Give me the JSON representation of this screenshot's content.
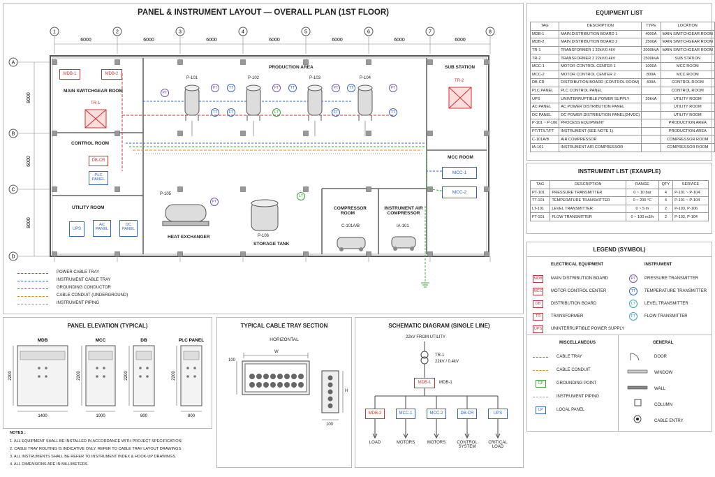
{
  "main": {
    "title": "PANEL & INSTRUMENT LAYOUT — OVERALL PLAN (1ST FLOOR)",
    "grid_cols": [
      "1",
      "2",
      "3",
      "4",
      "5",
      "6",
      "7",
      "8"
    ],
    "grid_rows": [
      "A",
      "B",
      "C",
      "D"
    ],
    "spacings_h": [
      "6000",
      "6000",
      "6000",
      "6000",
      "6000",
      "6000",
      "6000"
    ],
    "spacings_v": [
      "8000",
      "6000",
      "8000"
    ],
    "rooms": {
      "switchgear": "MAIN SWITCHGEAR ROOM",
      "production": "PRODUCTION AREA",
      "substation": "SUB STATION",
      "control": "CONTROL ROOM",
      "mcc": "MCC ROOM",
      "utility": "UTILITY ROOM",
      "heat": "HEAT EXCHANGER",
      "storage": "STORAGE TANK",
      "compressor": "COMPRESSOR ROOM",
      "ia_compressor": "INSTRUMENT AIR COMPRESSOR"
    },
    "equip_labels": {
      "mdb1": "MDB-1",
      "mdb2": "MDB-2",
      "tr1": "TR-1",
      "tr2": "TR-2",
      "dbcr": "DB-CR",
      "plc": "PLC PANEL",
      "mcc1": "MCC-1",
      "mcc2": "MCC-2",
      "ups": "UPS",
      "ac": "AC PANEL",
      "dc": "DC PANEL",
      "p101": "P-101",
      "p102": "P-102",
      "p103": "P-103",
      "p104": "P-104",
      "p105": "P-105",
      "p106": "P-106",
      "c101": "C-101A/B",
      "ia101": "IA-101"
    },
    "inst_tags": {
      "pt": "PT",
      "tt": "TT",
      "lt": "LT",
      "ft": "FT"
    },
    "legend_lines": [
      {
        "label": "POWER CABLE TRAY",
        "color": "#d33"
      },
      {
        "label": "INSTRUMENT CABLE TRAY",
        "color": "#36c"
      },
      {
        "label": "GROUNDING CONDUCTOR",
        "color": "#3a3"
      },
      {
        "label": "CABLE CONDUIT (UNDERGROUND)",
        "color": "#e80"
      },
      {
        "label": "INSTRUMENT PIPING",
        "color": "#999"
      }
    ]
  },
  "equipment_list": {
    "title": "EQUIPMENT LIST",
    "headers": [
      "TAG",
      "DESCRIPTION",
      "TYPE",
      "LOCATION"
    ],
    "rows": [
      [
        "MDB-1",
        "MAIN DISTRIBUTION BOARD 1",
        "4000A",
        "MAIN SWITCHGEAR ROOM"
      ],
      [
        "MDB-2",
        "MAIN DISTRIBUTION BOARD 2",
        "2500A",
        "MAIN SWITCHGEAR ROOM"
      ],
      [
        "TR-1",
        "TRANSFORMER 1 22kV/0.4kV",
        "2000kVA",
        "MAIN SWITCHGEAR ROOM"
      ],
      [
        "TR-2",
        "TRANSFORMER 2 22kV/0.4kV",
        "1500kVA",
        "SUB STATION"
      ],
      [
        "MCC-1",
        "MOTOR CONTROL CENTER 1",
        "1000A",
        "MCC ROOM"
      ],
      [
        "MCC-2",
        "MOTOR CONTROL CENTER 2",
        "800A",
        "MCC ROOM"
      ],
      [
        "DB-CR",
        "DISTRIBUTION BOARD (CONTROL ROOM)",
        "400A",
        "CONTROL ROOM"
      ],
      [
        "PLC PANEL",
        "PLC CONTROL PANEL",
        "",
        "CONTROL ROOM"
      ],
      [
        "UPS",
        "UNINTERRUPTIBLE POWER SUPPLY",
        "20kVA",
        "UTILITY ROOM"
      ],
      [
        "AC PANEL",
        "AC POWER DISTRIBUTION PANEL",
        "",
        "UTILITY ROOM"
      ],
      [
        "DC PANEL",
        "DC POWER DISTRIBUTION PANEL(24VDC)",
        "",
        "UTILITY ROOM"
      ],
      [
        "P-101 ~ P-106",
        "PROCESS EQUIPMENT",
        "",
        "PRODUCTION AREA"
      ],
      [
        "PT/TT/LT/FT",
        "INSTRUMENT (SEE NOTE 1)",
        "",
        "PRODUCTION AREA"
      ],
      [
        "C-101A/B",
        "AIR COMPRESSOR",
        "",
        "COMPRESSOR ROOM"
      ],
      [
        "IA-101",
        "INSTRUMENT AIR COMPRESSOR",
        "",
        "COMPRESSOR ROOM"
      ]
    ]
  },
  "instrument_list": {
    "title": "INSTRUMENT LIST (EXAMPLE)",
    "headers": [
      "TAG",
      "DESCRIPTION",
      "RANGE",
      "QTY",
      "SERVICE"
    ],
    "rows": [
      [
        "PT-101",
        "PRESSURE TRANSMITTER",
        "0 ~ 10 bar",
        "4",
        "P-101 ~ P-104"
      ],
      [
        "TT-101",
        "TEMPERATURE TRANSMITTER",
        "0 ~ 200 °C",
        "4",
        "P-101 ~ P-104"
      ],
      [
        "LT-101",
        "LEVEL TRANSMITTER",
        "0 ~ 5 m",
        "2",
        "P-103, P-106"
      ],
      [
        "FT-101",
        "FLOW TRANSMITTER",
        "0 ~ 100 m3/h",
        "2",
        "P-102, P-104"
      ]
    ]
  },
  "legend": {
    "title": "LEGEND (SYMBOL)",
    "electrical_title": "ELECTRICAL EQUIPMENT",
    "instrument_title": "INSTRUMENT",
    "electrical": [
      {
        "sym": "MDB",
        "label": "MAIN DISTRIBUTION BOARD"
      },
      {
        "sym": "MCC",
        "label": "MOTOR CONTROL CENTER"
      },
      {
        "sym": "DB",
        "label": "DISTRIBUTION BOARD"
      },
      {
        "sym": "TR",
        "label": "TRANSFORMER"
      },
      {
        "sym": "UPS",
        "label": "UNINTERRUPTIBLE POWER SUPPLY"
      }
    ],
    "instruments": [
      {
        "sym": "PT",
        "label": "PRESSURE TRANSMITTER"
      },
      {
        "sym": "TT",
        "label": "TEMPERATURE TRANSMITTER"
      },
      {
        "sym": "LT",
        "label": "LEVEL TRANSMITTER"
      },
      {
        "sym": "FT",
        "label": "FLOW TRANSMITTER"
      }
    ],
    "misc_title": "MISCELLANEOUS",
    "general_title": "GENERAL",
    "misc": [
      {
        "sym": "",
        "label": "CABLE TRAY"
      },
      {
        "sym": "",
        "label": "CABLE CONDUIT"
      },
      {
        "sym": "GP",
        "label": "GROUNDING POINT"
      },
      {
        "sym": "",
        "label": "INSTRUMENT PIPING"
      },
      {
        "sym": "LP",
        "label": "LOCAL PANEL"
      }
    ],
    "general": [
      {
        "label": "DOOR"
      },
      {
        "label": "WINDOW"
      },
      {
        "label": "WALL"
      },
      {
        "label": "COLUMN"
      },
      {
        "label": "CABLE ENTRY"
      }
    ]
  },
  "panel_elevation": {
    "title": "PANEL ELEVATION (TYPICAL)",
    "panels": [
      {
        "name": "MDB",
        "width": "1400"
      },
      {
        "name": "MCC",
        "width": "1000"
      },
      {
        "name": "DB",
        "width": "800"
      },
      {
        "name": "PLC PANEL",
        "width": "800"
      }
    ],
    "height": "2200"
  },
  "cable_tray": {
    "title": "TYPICAL CABLE TRAY SECTION",
    "subtitle": "HORIZONTAL",
    "w": "W",
    "h": "H",
    "d1": "100",
    "d2": "100"
  },
  "schematic": {
    "title": "SCHEMATIC DIAGRAM (SINGLE LINE)",
    "source": "22kV FROM UTILITY",
    "tr": "TR-1",
    "tr_rating": "22kV / 0.4kV",
    "mdb": "MDB-1",
    "mdb_side": "MDB-1",
    "branches": [
      "MDB-2",
      "MCC-1",
      "MCC-2",
      "DB-CR",
      "UPS"
    ],
    "loads": [
      "LOAD",
      "MOTORS",
      "MOTORS",
      "CONTROL SYSTEM",
      "CRITICAL LOAD"
    ]
  },
  "notes": {
    "title": "NOTES :",
    "items": [
      "1. ALL EQUIPMENT SHALL BE INSTALLED IN ACCORDANCE WITH PROJECT SPECIFICATION.",
      "2. CABLE TRAY ROUTING IS INDICATIVE ONLY. REFER TO CABLE TRAY LAYOUT DRAWINGS.",
      "3. ALL INSTRUMENTS SHALL BE REFER TO INSTRUMENT INDEX & HOOK-UP DRAWINGS.",
      "4. ALL DIMENSIONS ARE IN MILLIMETERS."
    ]
  }
}
